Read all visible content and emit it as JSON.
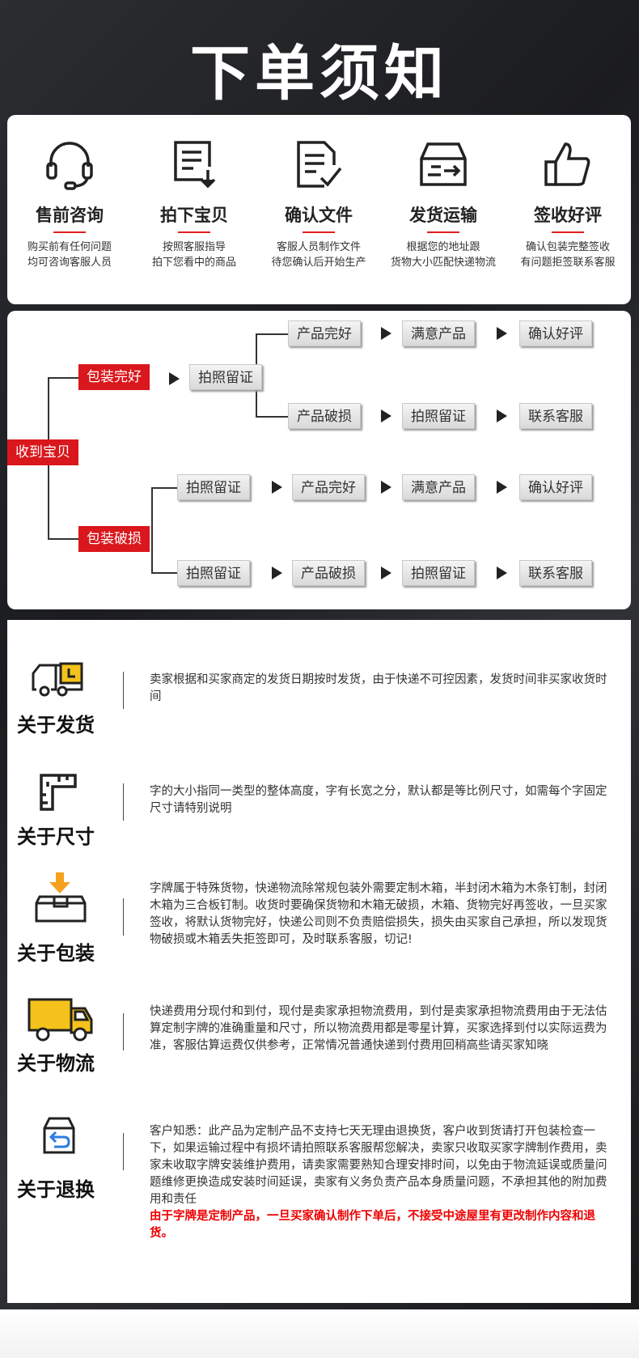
{
  "title": "下单须知",
  "steps": [
    {
      "icon": "headset-icon",
      "name": "售前咨询",
      "d1": "购买前有任何问题",
      "d2": "均可咨询客服人员"
    },
    {
      "icon": "download-doc-icon",
      "name": "拍下宝贝",
      "d1": "按照客服指导",
      "d2": "拍下您看中的商品"
    },
    {
      "icon": "document-check-icon",
      "name": "确认文件",
      "d1": "客服人员制作文件",
      "d2": "待您确认后开始生产"
    },
    {
      "icon": "shipping-box-icon",
      "name": "发货运输",
      "d1": "根据您的地址跟",
      "d2": "货物大小匹配快递物流"
    },
    {
      "icon": "thumbs-up-icon",
      "name": "签收好评",
      "d1": "确认包装完整签收",
      "d2": "有问题拒签联系客服"
    }
  ],
  "flow": {
    "receive": "收到宝贝",
    "pack_ok": "包装完好",
    "pack_bad": "包装破损",
    "photo": "拍照留证",
    "prod_ok": "产品完好",
    "prod_bad": "产品破损",
    "satisfied": "满意产品",
    "confirm": "确认好评",
    "contact": "联系客服"
  },
  "info": [
    {
      "icon": "delivery-truck-icon",
      "label": "关于发货",
      "text": "卖家根据和买家商定的发货日期按时发货，由于快递不可控因素，发货时间非买家收货时间"
    },
    {
      "icon": "ruler-icon",
      "label": "关于尺寸",
      "text": "字的大小指同一类型的整体高度，字有长宽之分，默认都是等比例尺寸，如需每个字固定尺寸请特别说明"
    },
    {
      "icon": "package-icon",
      "label": "关于包装",
      "text": "字牌属于特殊货物，快递物流除常规包装外需要定制木箱，半封闭木箱为木条钉制，封闭木箱为三合板钉制。收货时要确保货物和木箱无破损，木箱、货物完好再签收，一旦买家签收，将默认货物完好，快递公司则不负责赔偿损失，损失由买家自己承担，所以发现货物破损或木箱丢失拒签即可，及时联系客服，切记!"
    },
    {
      "icon": "logistics-truck-icon",
      "label": "关于物流",
      "text": "快递费用分现付和到付，现付是卖家承担物流费用，到付是卖家承担物流费用由于无法估算定制字牌的准确重量和尺寸，所以物流费用都是零星计算，买家选择到付以实际运费为准，客服估算运费仅供参考，正常情况普通快递到付费用回稍高些请买家知晓"
    },
    {
      "icon": "return-box-icon",
      "label": "关于退换",
      "text": "客户知悉：此产品为定制产品不支持七天无理由退换货，客户收到货请打开包装检查一下，如果运输过程中有损坏请拍照联系客服帮您解决，卖家只收取买家字牌制作费用，卖家未收取字牌安装维护费用，请卖家需要熟知合理安排时间，以免由于物流延误或质量问题维修更换造成安装时间延误，卖家有义务负责产品本身质量问题，不承担其他的附加费用和责任",
      "warn": "由于字牌是定制产品，一旦买家确认制作下单后，不接受中途屋里有更改制作内容和退货。"
    }
  ]
}
